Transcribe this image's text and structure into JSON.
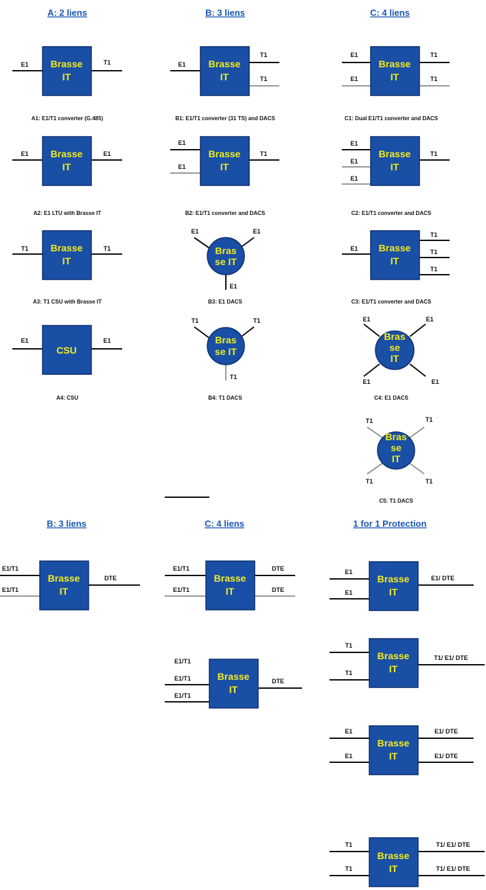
{
  "colors": {
    "box_fill": "#1a4fa6",
    "box_text": "#f2ec1c",
    "header": "#1a56b4",
    "line": "#111111",
    "line_alt": "#999999"
  },
  "headers": {
    "a": "A: 2 liens",
    "b": "B: 3 liens",
    "c": "C: 4 liens",
    "b2": "B: 3 liens",
    "c2": "C: 4 liens",
    "prot": "1 for 1 Protection"
  },
  "box": {
    "l1": "Brasse",
    "l2": "IT",
    "csu": "CSU"
  },
  "circle": {
    "a1": "Bras",
    "a2": "se IT",
    "b1": "Bras",
    "b2": "se",
    "b3": "IT",
    "c1": "Bras",
    "c2": "se",
    "c3": "IT"
  },
  "labels": {
    "a1_l": "E1",
    "a1_r": "T1",
    "a2_l": "E1",
    "a2_r": "E1",
    "a3_l": "T1",
    "a3_r": "T1",
    "a4_l": "E1",
    "a4_r": "E1",
    "b1_l": "E1",
    "b1_r1": "T1",
    "b1_r2": "T1",
    "b2_l1": "E1",
    "b2_l2": "E1",
    "b2_r": "T1",
    "b3_tl": "E1",
    "b3_tr": "E1",
    "b3_b": "E1",
    "b4_tl": "T1",
    "b4_tr": "T1",
    "b4_b": "T1",
    "c1_l1": "E1",
    "c1_l2": "E1",
    "c1_r1": "T1",
    "c1_r2": "T1",
    "c2_l1": "E1",
    "c2_l2": "E1",
    "c2_l3": "E1",
    "c2_r": "T1",
    "c3_l": "E1",
    "c3_r1": "T1",
    "c3_r2": "T1",
    "c3_r3": "T1",
    "c4_tl": "E1",
    "c4_tr": "E1",
    "c4_bl": "E1",
    "c4_br": "E1",
    "c5_tl": "T1",
    "c5_tr": "T1",
    "c5_bl": "T1",
    "c5_br": "T1",
    "d1_l1": "E1/T1",
    "d1_l2": "E1/T1",
    "d1_r": "DTE",
    "e1_l1": "E1/T1",
    "e1_l2": "E1/T1",
    "e1_r1": "DTE",
    "e1_r2": "DTE",
    "e2_l1": "E1/T1",
    "e2_l2": "E1/T1",
    "e2_l3": "E1/T1",
    "e2_r": "DTE",
    "p1_l1": "E1",
    "p1_l2": "E1",
    "p1_r": "E1/ DTE",
    "p2_l1": "T1",
    "p2_l2": "T1",
    "p2_r": "T1/ E1/ DTE",
    "p3_l1": "E1",
    "p3_l2": "E1",
    "p3_r1": "E1/ DTE",
    "p3_r2": "E1/ DTE",
    "p4_l1": "T1",
    "p4_l2": "T1",
    "p4_r1": "T1/ E1/ DTE",
    "p4_r2": "T1/ E1/ DTE"
  },
  "captions": {
    "a1": "A1: E1/T1 converter (G.485)",
    "a2": "A2: E1 LTU with Brasse IT",
    "a3": "A3: T1 CSU with Brasse IT",
    "a4": "A4: CSU",
    "b1": "B1: E1/T1 converter (31 TS) and DACS",
    "b2": "B2: E1/T1 converter and DACS",
    "b3": "B3: E1 DACS",
    "b4": "B4: T1 DACS",
    "c1": "C1: Dual E1/T1 converter and DACS",
    "c2": "C2: E1/T1 converter and DACS",
    "c3": "C3: E1/T1 converter and DACS",
    "c4": "C4: E1 DACS",
    "c5": "C5: T1 DACS"
  }
}
